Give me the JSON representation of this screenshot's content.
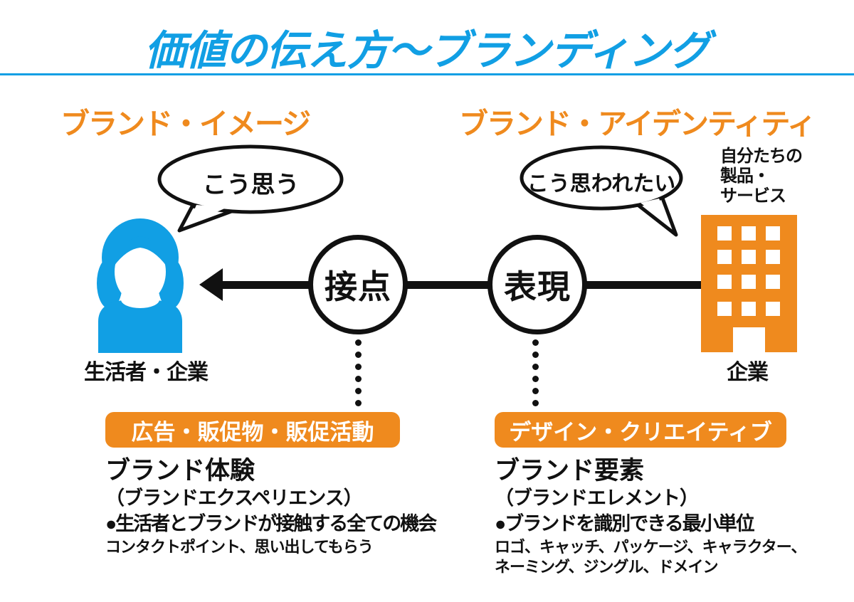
{
  "slide": {
    "title": "価値の伝え方～ブランディング"
  },
  "colors": {
    "blue": "#119FE4",
    "orange": "#EF8A1E",
    "black": "#111111"
  },
  "left_side": {
    "heading": "ブランド・イメージ",
    "bubble_text": "こう思う",
    "actor_label": "生活者・企業",
    "tag_label": "広告・販促物・販促活動",
    "detail": {
      "heading": "ブランド体験",
      "subheading": "（ブランドエクスペリエンス）",
      "bullet": "●生活者とブランドが接触する全ての機会",
      "note": "コンタクトポイント、思い出してもらう"
    }
  },
  "right_side": {
    "heading": "ブランド・アイデンティティ",
    "bubble_text": "こう思われたい",
    "side_note_lines": [
      "自分たちの",
      "製品・",
      "サービス"
    ],
    "actor_label": "企業",
    "tag_label": "デザイン・クリエイティブ",
    "detail": {
      "heading": "ブランド要素",
      "subheading": "（ブランドエレメント）",
      "bullet": "●ブランドを識別できる最小単位",
      "note_line1": "ロゴ、キャッチ、パッケージ、キャラクター、",
      "note_line2": "ネーミング、ジングル、ドメイン"
    }
  },
  "nodes": {
    "touchpoint": "接点",
    "expression": "表現"
  }
}
